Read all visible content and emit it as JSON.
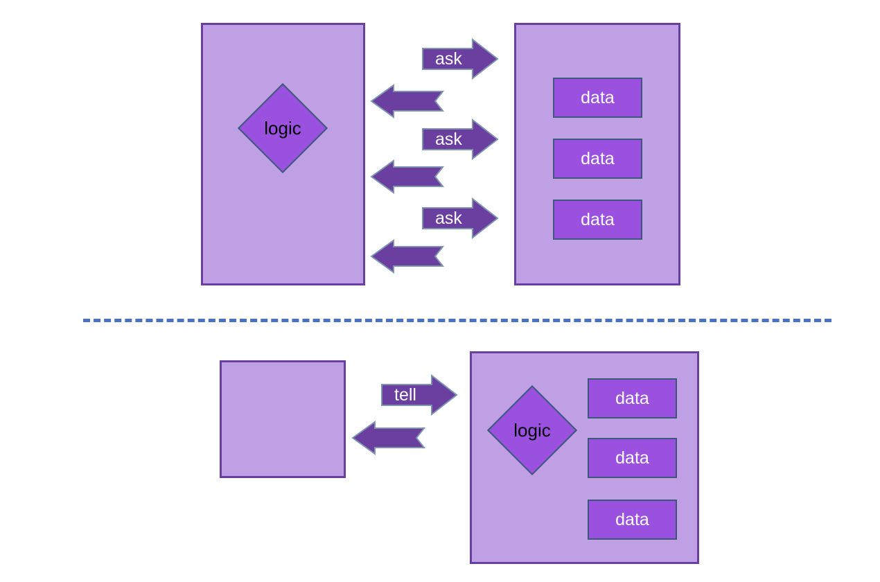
{
  "diagram": {
    "title": "ask-vs-tell architecture diagram",
    "colors": {
      "container_fill": "#c0a0e4",
      "container_border": "#6b3fa0",
      "chip_fill": "#9b51e0",
      "chip_border": "#3c5878",
      "arrow_fill": "#6b3fa0",
      "arrow_border": "#7d93b0",
      "divider": "#4a72c4",
      "label_light": "#ffffff",
      "label_dark": "#000000",
      "background": "#ffffff"
    },
    "divider": {
      "style": "dashed",
      "orientation": "horizontal"
    },
    "panels": [
      {
        "id": "ask-panel",
        "name": "top-panel-ask",
        "logic_container": {
          "label": "",
          "logic": {
            "label": "logic"
          }
        },
        "data_container": {
          "label": "",
          "chips": [
            {
              "label": "data"
            },
            {
              "label": "data"
            },
            {
              "label": "data"
            }
          ]
        },
        "arrows": [
          {
            "direction": "right",
            "label": "ask"
          },
          {
            "direction": "left",
            "label": ""
          },
          {
            "direction": "right",
            "label": "ask"
          },
          {
            "direction": "left",
            "label": ""
          },
          {
            "direction": "right",
            "label": "ask"
          },
          {
            "direction": "left",
            "label": ""
          }
        ]
      },
      {
        "id": "tell-panel",
        "name": "bottom-panel-tell",
        "empty_container": {
          "label": ""
        },
        "data_container": {
          "label": "",
          "logic": {
            "label": "logic"
          },
          "chips": [
            {
              "label": "data"
            },
            {
              "label": "data"
            },
            {
              "label": "data"
            }
          ]
        },
        "arrows": [
          {
            "direction": "right",
            "label": "tell"
          },
          {
            "direction": "left",
            "label": ""
          }
        ]
      }
    ]
  }
}
